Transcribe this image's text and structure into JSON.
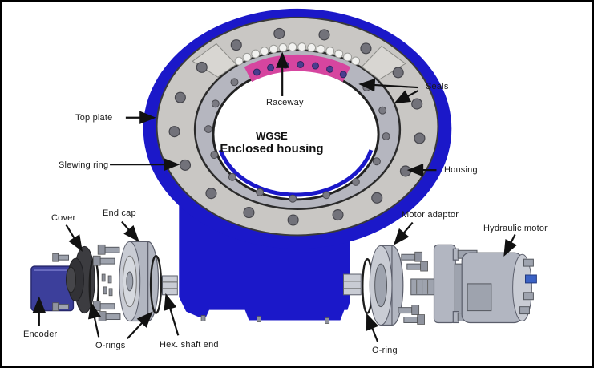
{
  "diagram": {
    "title": "WGSE",
    "subtitle": "Enclosed housing",
    "labels": {
      "top_plate": "Top plate",
      "slewing_ring": "Slewing ring",
      "raceway": "Raceway",
      "seals": "Seals",
      "housing": "Housing",
      "cover": "Cover",
      "end_cap": "End cap",
      "motor_adaptor": "Motor adaptor",
      "hydraulic_motor": "Hydraulic motor",
      "encoder": "Encoder",
      "o_rings": "O-rings",
      "hex_shaft_end": "Hex. shaft end",
      "o_ring": "O-ring"
    },
    "colors": {
      "housing_blue": "#1b18c9",
      "plate_gray": "#c9c7c4",
      "slewing_gray": "#b5b6bf",
      "raceway_pink": "#d6459f",
      "encoder_blue": "#3c3f9b",
      "label_text": "#1a1a1a"
    }
  }
}
